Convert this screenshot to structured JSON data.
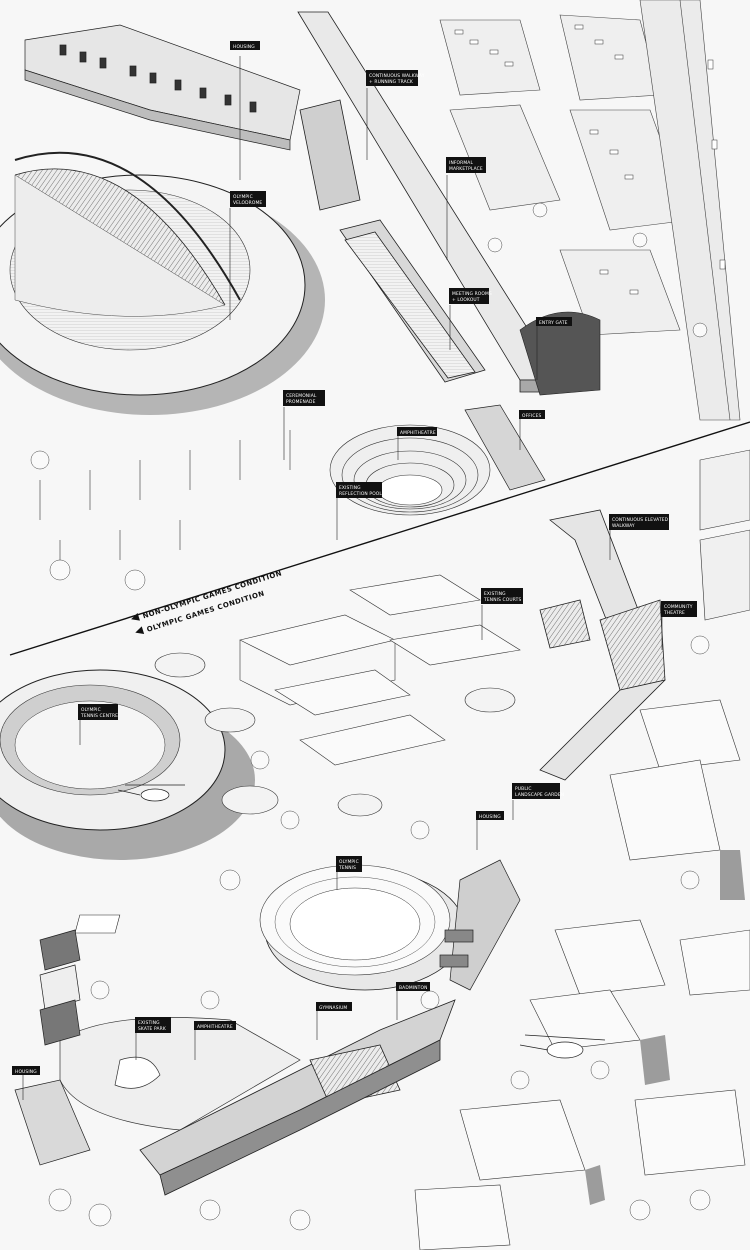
{
  "labels": {
    "housing_top": "HOUSING",
    "walkway_line1": "CONTINUOUS WALKWAY",
    "walkway_line2": "+ RUNNING TRACK",
    "market_line1": "INFORMAL",
    "market_line2": "MARKETPLACE",
    "velodrome_line1": "OLYMPIC",
    "velodrome_line2": "VELODROME",
    "meeting_line1": "MEETING ROOMS",
    "meeting_line2": "+ LOOKOUT",
    "entry_gate": "ENTRY GATE",
    "promenade_line1": "CEREMONIAL",
    "promenade_line2": "PROMENADE",
    "amphitheatre_top": "AMPHITHEATRE",
    "offices": "OFFICES",
    "reflection_line1": "EXISTING",
    "reflection_line2": "REFLECTION POOL",
    "elevated_line1": "CONTINUOUS ELEVATED",
    "elevated_line2": "WALKWAY",
    "tennis_courts_line1": "EXISTING",
    "tennis_courts_line2": "TENNIS COURTS",
    "community_line1": "COMMUNITY",
    "community_line2": "THEATRE",
    "tennis_centre_line1": "OLYMPIC",
    "tennis_centre_line2": "TENNIS CENTRE",
    "landscape_line1": "PUBLIC",
    "landscape_line2": "LANDSCAPE GARDEN",
    "housing_mid": "HOUSING",
    "olympic_tennis_line1": "OLYMPIC",
    "olympic_tennis_line2": "TENNIS",
    "badminton": "BADMINTON",
    "gymnasium": "GYMNASIUM",
    "skate_line1": "EXISTING",
    "skate_line2": "SKATE PARK",
    "amphitheatre_bottom": "AMPHITHEATRE",
    "housing_bottom": "HOUSING"
  },
  "conditions": {
    "non_olympic": "NON-OLYMPIC GAMES CONDITION",
    "olympic": "OLYMPIC GAMES CONDITION"
  },
  "colors": {
    "paper": "#f7f7f7",
    "line": "#2b2b2b",
    "shadow": "#9a9a9a",
    "label_bg": "#111111",
    "label_text": "#ffffff"
  }
}
